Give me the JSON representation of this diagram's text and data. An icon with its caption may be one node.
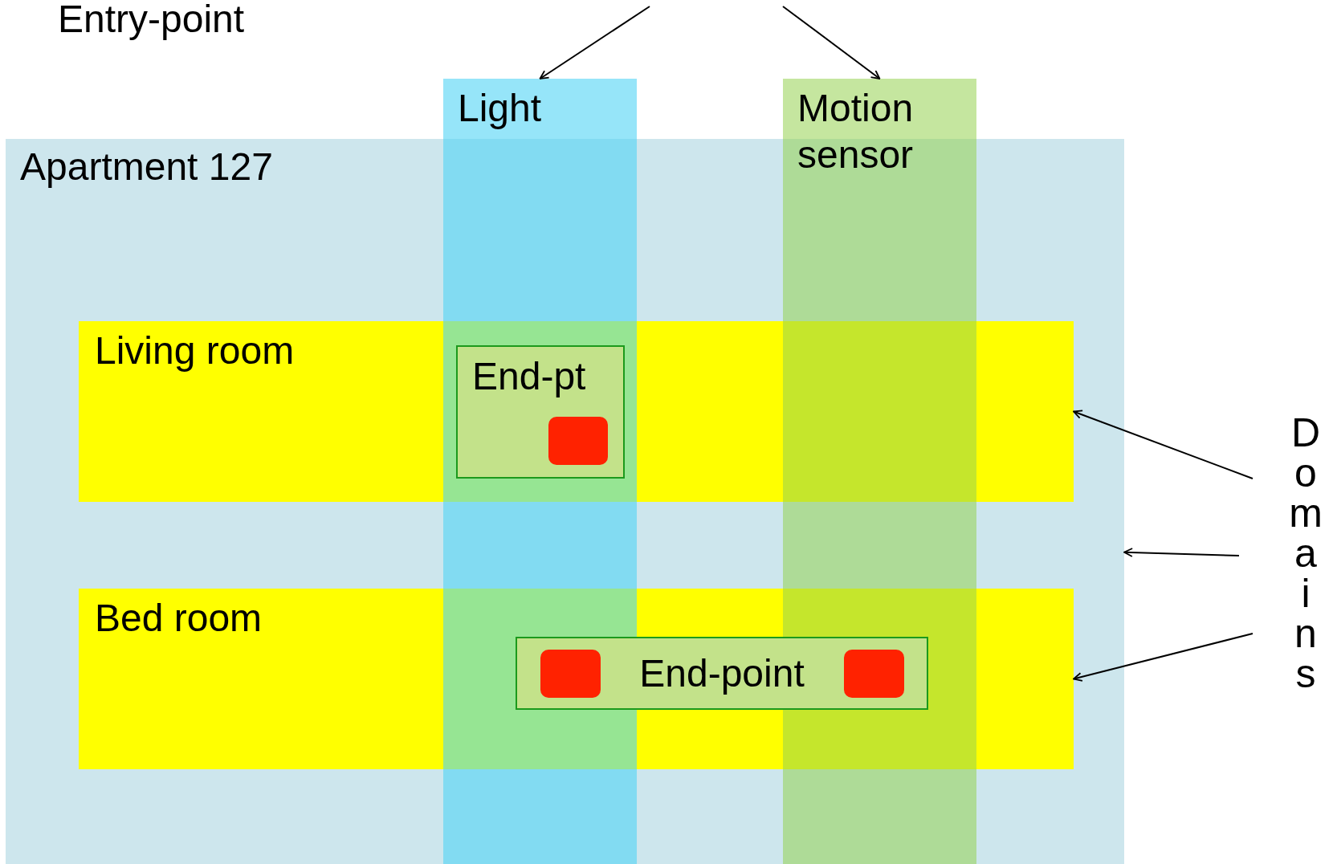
{
  "diagram": {
    "nodes": [
      {
        "text": [
          "Apartment 127"
        ]
      },
      {
        "text": [
          "Light"
        ]
      },
      {
        "text": [
          "Motion sensor"
        ]
      },
      {
        "text": [
          "Living room"
        ],
        "in": 0
      },
      {
        "text": [
          "Bed room"
        ],
        "in": 0
      },
      {
        "text": [
          "End-pt"
        ]
      },
      {
        "text": [],
        "shape": "box",
        "in": 5
      },
      {
        "text": [
          "End-point"
        ],
        "in": 4
      },
      {
        "text": [],
        "shape": "box"
      },
      {
        "text": [],
        "shape": "box"
      },
      {
        "text": [
          "Domains"
        ]
      }
    ],
    "edges": [
      {
        "from": null,
        "to": 1,
        "arrow": "to"
      },
      {
        "from": null,
        "to": 2,
        "arrow": "to"
      },
      {
        "from": 10,
        "to": 3,
        "arrow": "to"
      },
      {
        "from": 10,
        "to": 0,
        "arrow": "to"
      },
      {
        "from": 10,
        "to": 4,
        "arrow": "to"
      }
    ],
    "labels": [
      "Entry-point"
    ]
  }
}
